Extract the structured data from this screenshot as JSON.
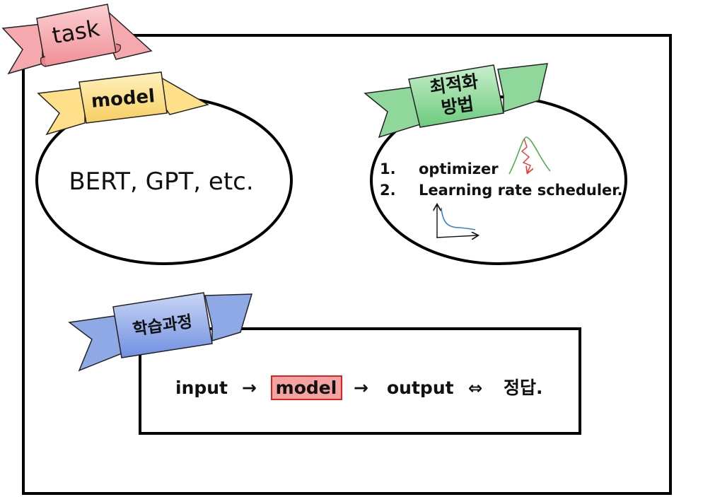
{
  "banners": {
    "task": "task",
    "model": "model",
    "optimization_line1": "최적화",
    "optimization_line2": "방법",
    "training": "학습과정"
  },
  "model_ellipse": {
    "text": "BERT, GPT, etc."
  },
  "optimization_ellipse": {
    "items": [
      {
        "num": "1.",
        "label": "optimizer"
      },
      {
        "num": "2.",
        "label": "Learning rate scheduler."
      }
    ]
  },
  "training_flow": {
    "input": "input",
    "arrow1": "→",
    "model": "model",
    "arrow2": "→",
    "output": "output",
    "compare": "⇔",
    "answer": "정답."
  },
  "colors": {
    "task_banner": "#f7a9ae",
    "model_banner": "#ffe08a",
    "optimization_banner": "#8fd79a",
    "training_banner": "#8fa8e6",
    "model_highlight_fill": "#f4a3a3",
    "model_highlight_border": "#d22",
    "optimizer_curve": "#4caf50",
    "optimizer_path": "#e33",
    "scheduler_curve": "#3a7fd5"
  }
}
